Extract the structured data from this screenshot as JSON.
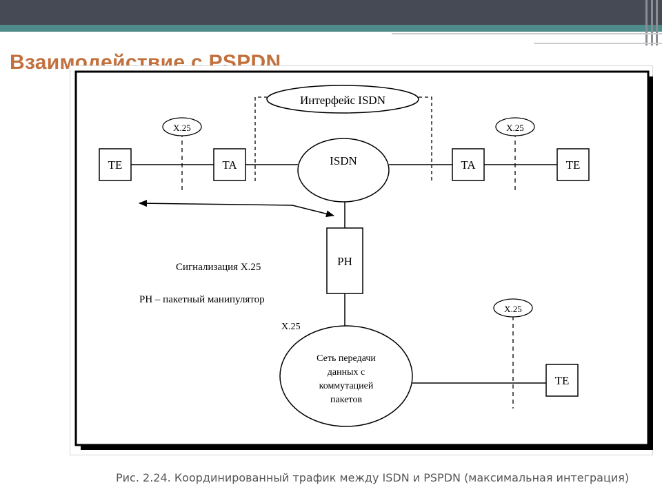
{
  "slide": {
    "title": "Взаимодействие с PSPDN",
    "caption": "Рис. 2.24. Координированный трафик между ISDN и PSPDN (максимальная интеграция)",
    "accent_color": "#c2703d",
    "header_color": "#464a54",
    "stripe_color": "#4f8b8a"
  },
  "diagram": {
    "interface_label": "Интерфейс ISDN",
    "x25_label": "X.25",
    "te_label": "TE",
    "ta_label": "TA",
    "isdn_label": "ISDN",
    "ph_label": "PH",
    "signal_label": "Сигнализация X.25",
    "ph_desc": "PH – пакетный манипулятор",
    "x25_link_label": "X.25",
    "pspdn_lines": [
      "Сеть передачи",
      "данных с",
      "коммутацией",
      "пакетов"
    ]
  }
}
